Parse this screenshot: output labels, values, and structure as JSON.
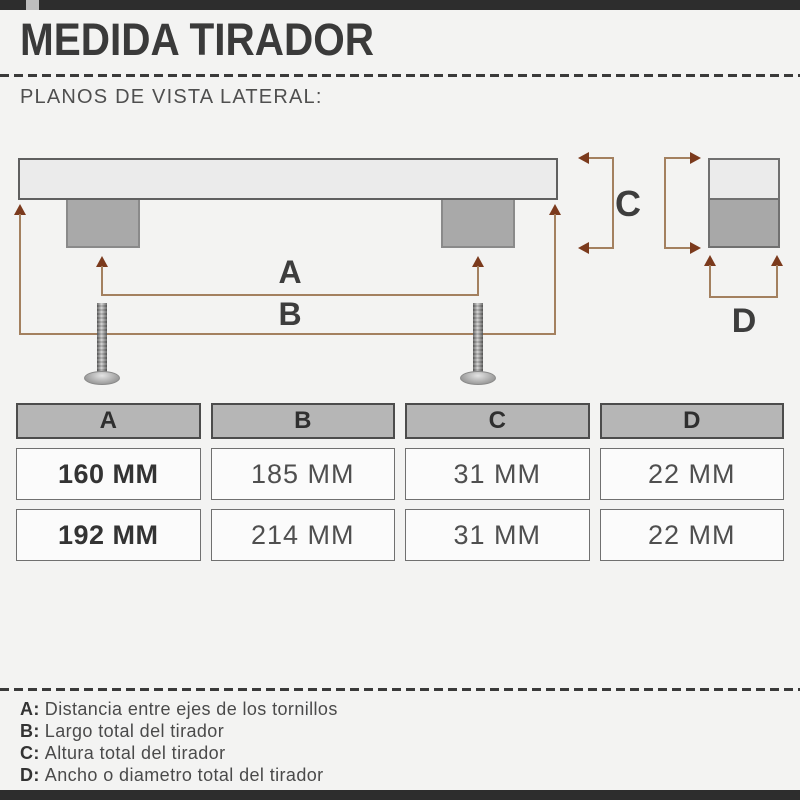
{
  "header": {
    "title": "MEDIDA TIRADOR",
    "subtitle": "PLANOS DE VISTA LATERAL:"
  },
  "diagram": {
    "label_a": "A",
    "label_b": "B",
    "label_c": "C",
    "label_d": "D"
  },
  "table": {
    "headers": [
      "A",
      "B",
      "C",
      "D"
    ],
    "rows": [
      [
        "160 MM",
        "185 MM",
        "31 MM",
        "22 MM"
      ],
      [
        "192 MM",
        "214 MM",
        "31 MM",
        "22 MM"
      ]
    ]
  },
  "legend": {
    "items": [
      {
        "key": "A:",
        "text": "Distancia entre ejes de los tornillos"
      },
      {
        "key": "B:",
        "text": "Largo total del tirador"
      },
      {
        "key": "C:",
        "text": "Altura total del tirador"
      },
      {
        "key": "D:",
        "text": "Ancho o diametro total del tirador"
      }
    ]
  },
  "colors": {
    "background": "#f3f3f2",
    "strip": "#2d2d2d",
    "dimension_line": "#a3805f",
    "dimension_arrow": "#7b3a1d",
    "text_dark": "#3a3a3a",
    "table_header_bg": "#b6b6b6"
  }
}
